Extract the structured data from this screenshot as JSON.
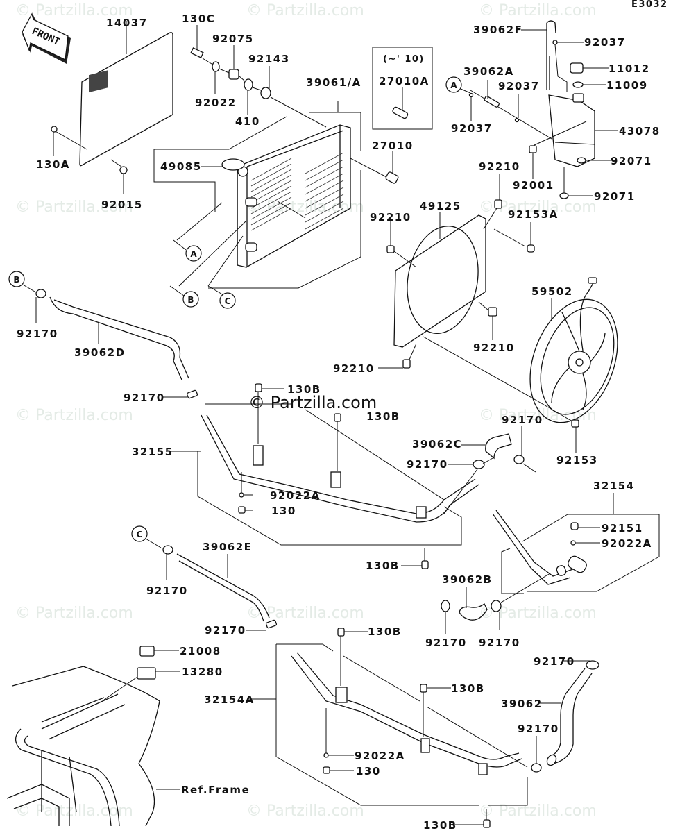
{
  "diagram": {
    "code": "E3032",
    "front_label": "FRONT",
    "variant_note": "(~' 10)",
    "watermark": "© Partzilla.com",
    "ref_frame": "Ref.Frame",
    "connectors": [
      "A",
      "B",
      "C"
    ],
    "parts": {
      "p14037": "14037",
      "p130C": "130C",
      "p92075": "92075",
      "p92143": "92143",
      "p92022": "92022",
      "p410": "410",
      "p39061A": "39061/A",
      "p130A": "130A",
      "p92015": "92015",
      "p49085": "49085",
      "p27010A": "27010A",
      "p27010": "27010",
      "p39062F": "39062F",
      "p92037_top": "92037",
      "p11012": "11012",
      "p11009": "11009",
      "p39062A": "39062A",
      "p92037_mid": "92037",
      "p92037_low": "92037",
      "p43078": "43078",
      "p92001": "92001",
      "p92071_a": "92071",
      "p92071_b": "92071",
      "p92210_top": "92210",
      "p92210_left": "92210",
      "p49125": "49125",
      "p92153A": "92153A",
      "p59502": "59502",
      "p92210_right": "92210",
      "p92210_low": "92210",
      "p92170_b": "92170",
      "p39062D": "39062D",
      "p92170_mid": "92170",
      "p130B_1": "130B",
      "p130B_2": "130B",
      "p32155": "32155",
      "p92022A_1": "92022A",
      "p130_1": "130",
      "p39062C": "39062C",
      "p92170_c": "92170",
      "p92170_fan": "92170",
      "p92153": "92153",
      "p32154": "32154",
      "p92151": "92151",
      "p92022A_2": "92022A",
      "p130B_3": "130B",
      "p39062B": "39062B",
      "p92170_l": "92170",
      "p92170_r": "92170",
      "p92170_cc": "92170",
      "p39062E": "39062E",
      "p92170_e": "92170",
      "p130B_4": "130B",
      "p21008": "21008",
      "p13280": "13280",
      "p32154A": "32154A",
      "p130B_5": "130B",
      "p92170_rt": "92170",
      "p39062": "39062",
      "p92170_rb": "92170",
      "p92022A_3": "92022A",
      "p130_2": "130",
      "p130B_6": "130B"
    }
  }
}
